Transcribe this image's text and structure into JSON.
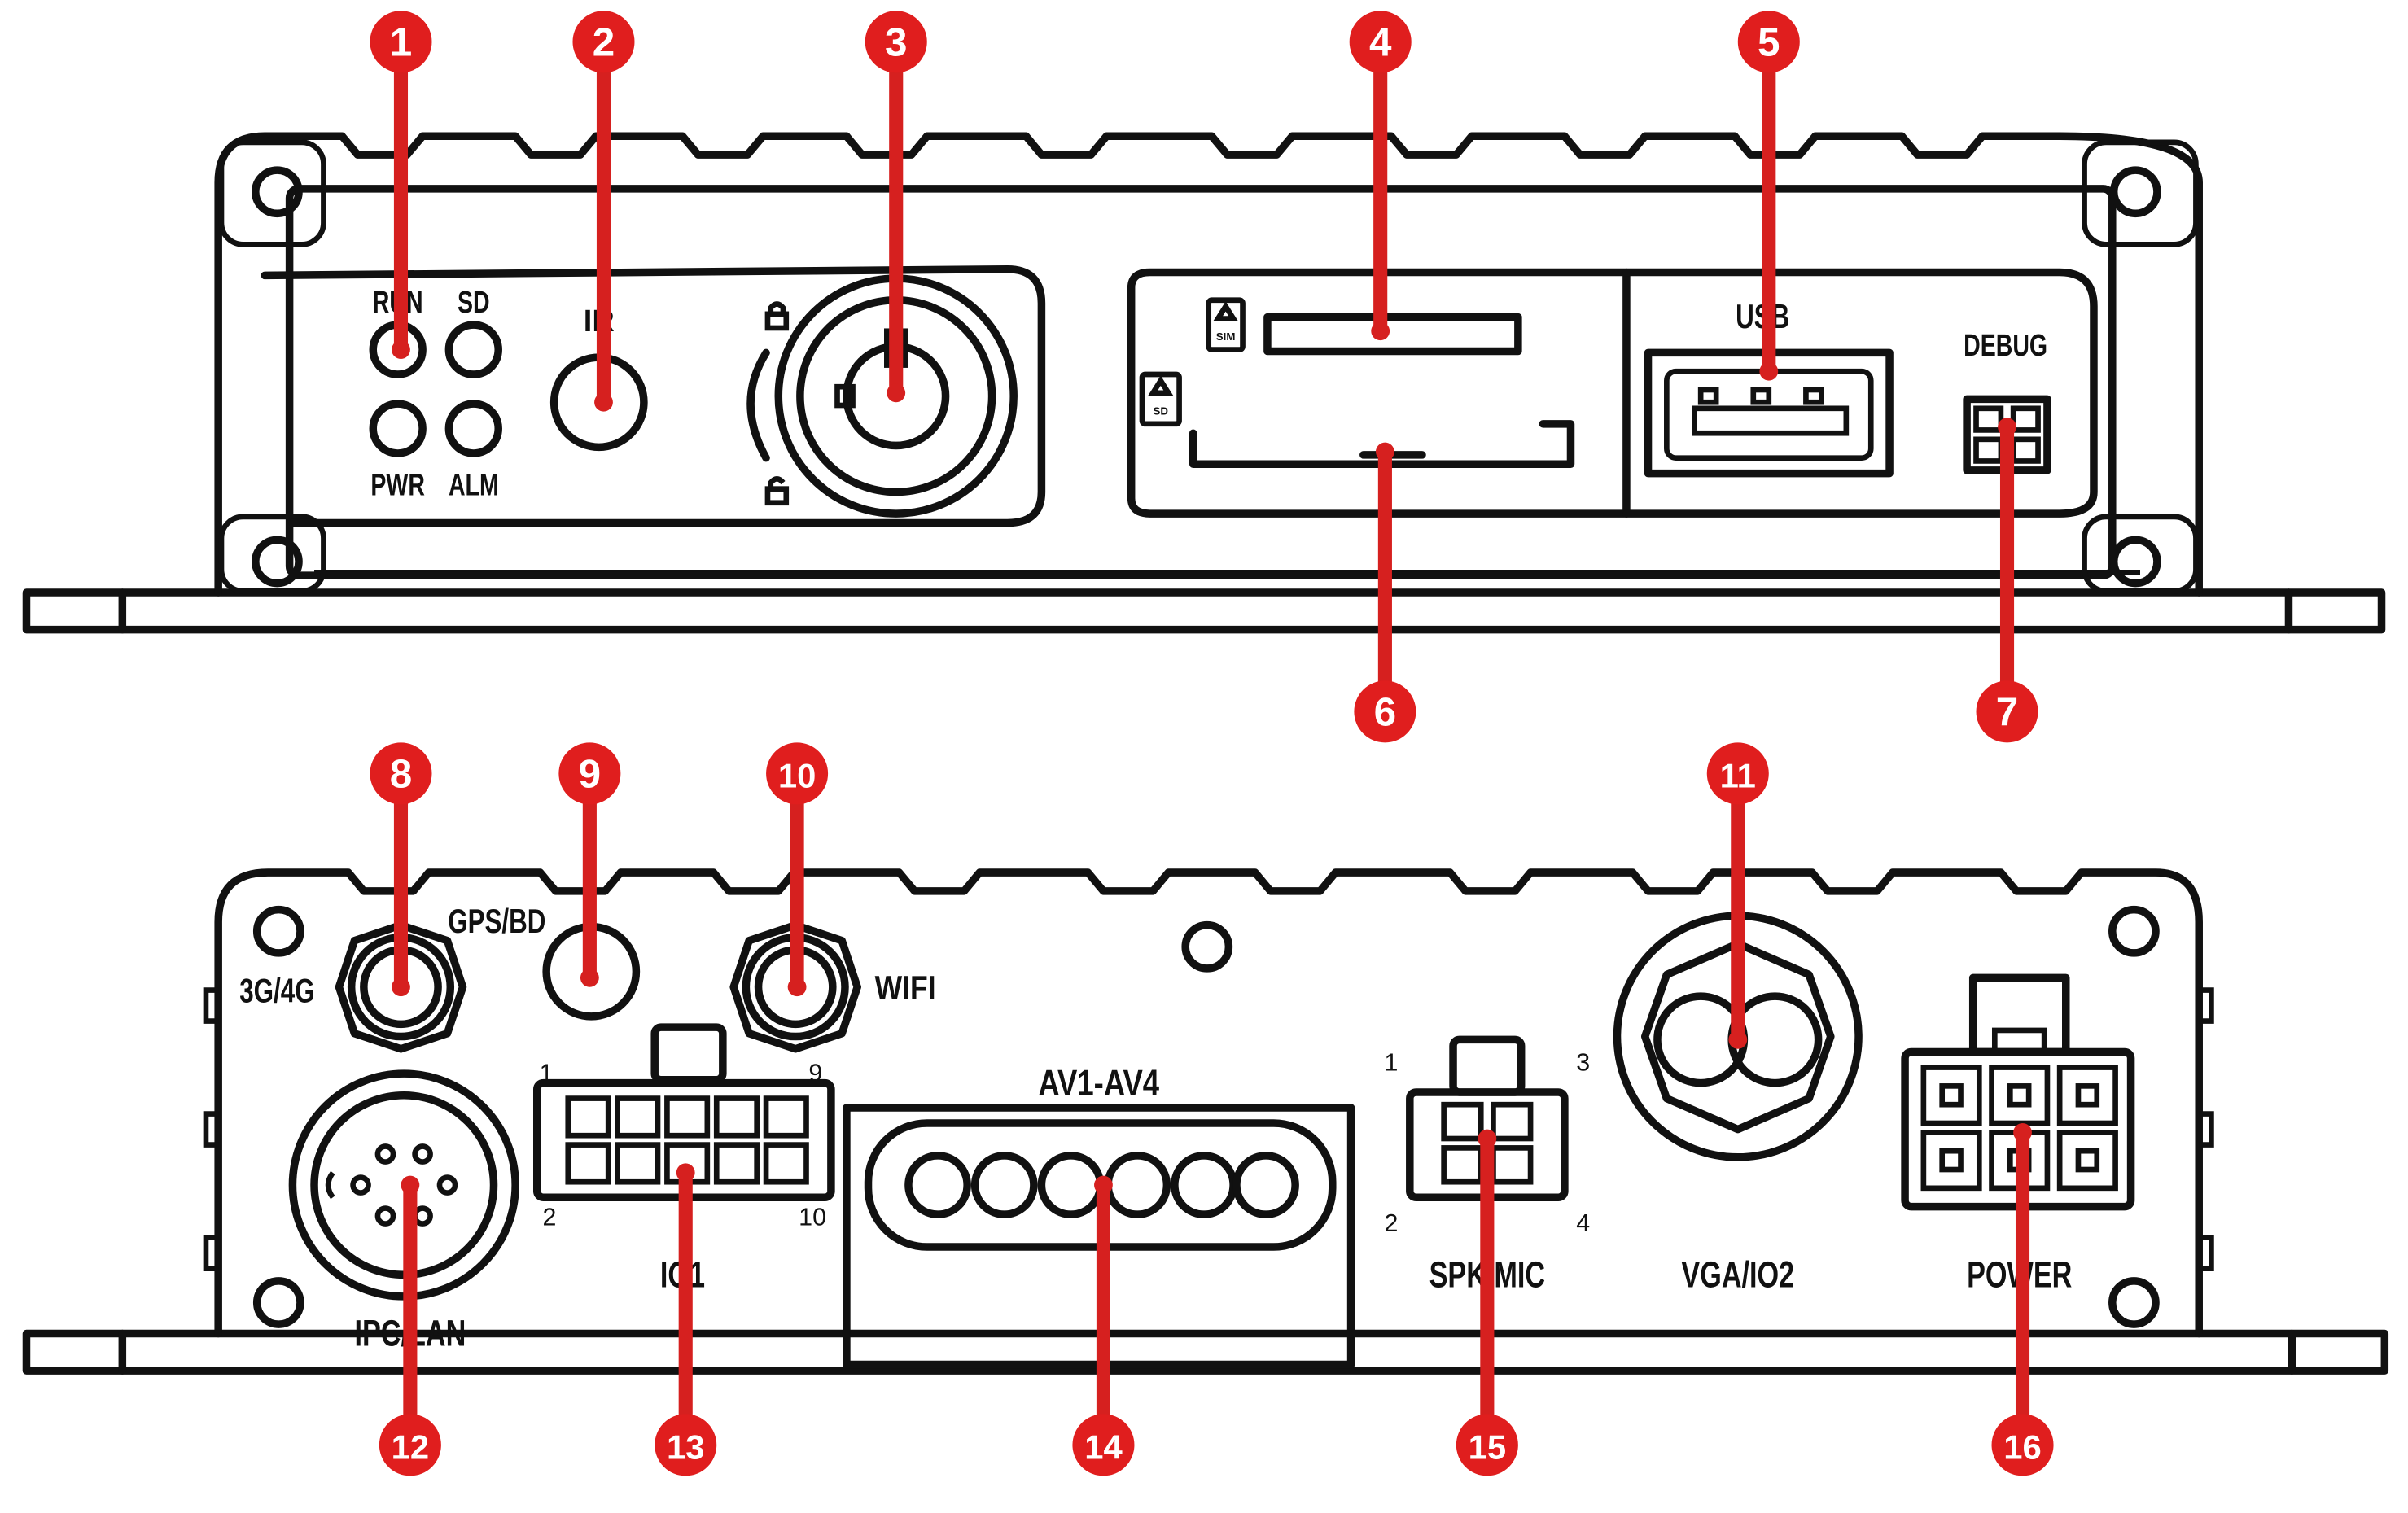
{
  "colors": {
    "callout": "#e01e1e",
    "line": "#111111",
    "background": "#ffffff"
  },
  "front_panel": {
    "labels": {
      "run": "RUN",
      "sd": "SD",
      "pwr": "PWR",
      "alm": "ALM",
      "ir": "IR",
      "usb": "USB",
      "debug": "DEBUG",
      "sim": "SIM",
      "sd_card": "SD"
    },
    "icons": [
      "lock-icon",
      "unlock-icon",
      "sim-card-icon",
      "sd-card-icon"
    ]
  },
  "rear_panel": {
    "labels": {
      "gps": "GPS/BD",
      "cell": "3G/4G",
      "wifi": "WIFI",
      "av": "AV1-AV4",
      "io1": "IO1",
      "ipc": "IPC/LAN",
      "spk": "SPK/MIC",
      "vga": "VGA/IO2",
      "power": "POWER"
    },
    "pins": {
      "io_1": "1",
      "io_9": "9",
      "io_2": "2",
      "io_10": "10",
      "spk_1": "1",
      "spk_3": "3",
      "spk_2": "2",
      "spk_4": "4"
    }
  },
  "callouts": [
    "1",
    "2",
    "3",
    "4",
    "5",
    "6",
    "7",
    "8",
    "9",
    "10",
    "11",
    "12",
    "13",
    "14",
    "15",
    "16"
  ]
}
